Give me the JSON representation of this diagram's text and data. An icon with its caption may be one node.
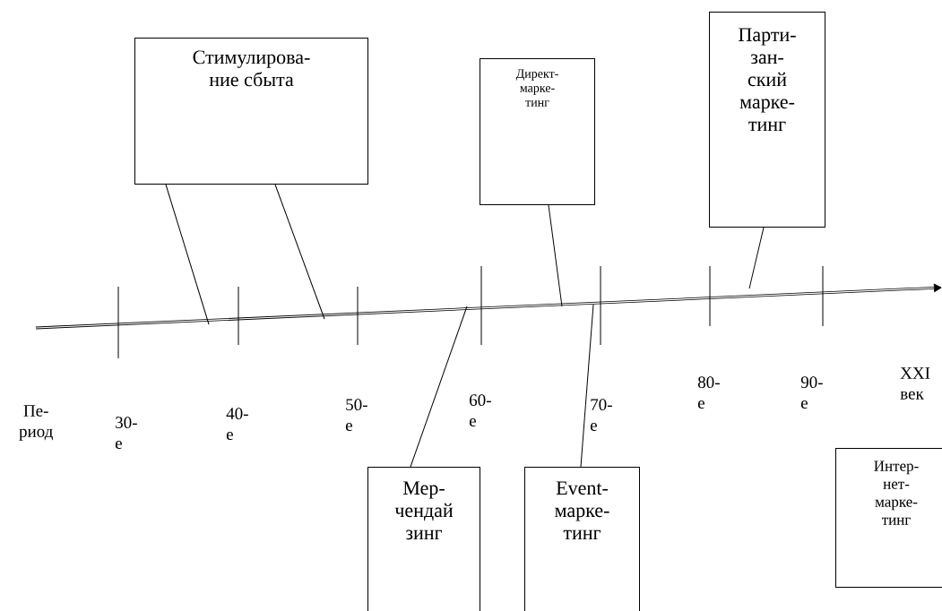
{
  "diagram": {
    "nodes": [
      {
        "text": [
          "Стимулирова- ние сбыта"
        ]
      },
      {
        "text": [
          "Директ- марке- тинг"
        ]
      },
      {
        "text": [
          "Парти- зан- ский марке- тинг"
        ]
      },
      {
        "text": [
          "Мер- чендай зинг"
        ]
      },
      {
        "text": [
          "Event- марке- тинг"
        ]
      },
      {
        "text": [
          "Интер- нет- марке- тинг"
        ]
      }
    ],
    "edges": [
      {
        "from": 0,
        "to": null,
        "arrow": "none"
      },
      {
        "from": 0,
        "to": null,
        "arrow": "none"
      },
      {
        "from": 1,
        "to": null,
        "arrow": "none"
      },
      {
        "from": 2,
        "to": null,
        "arrow": "none"
      },
      {
        "from": 3,
        "to": null,
        "arrow": "none"
      },
      {
        "from": 4,
        "to": null,
        "arrow": "none"
      }
    ],
    "labels": [
      "Пе- риод",
      "30- е",
      "40- е",
      "50- е",
      "60- е",
      "70- е",
      "80- е",
      "90- е",
      "XXI век"
    ]
  }
}
